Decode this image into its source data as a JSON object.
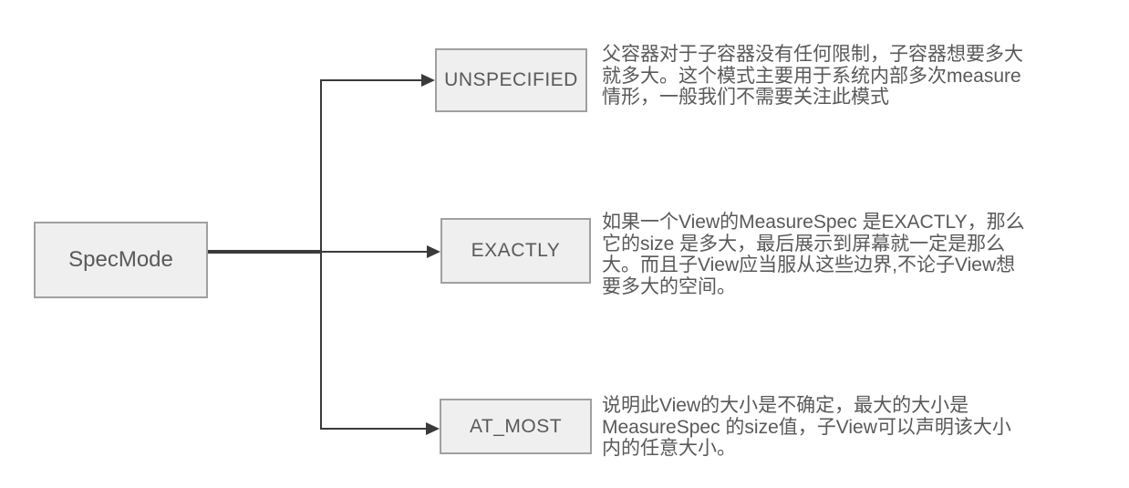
{
  "diagram": {
    "root": {
      "label": "SpecMode"
    },
    "branches": [
      {
        "label": "UNSPECIFIED",
        "description_lines": [
          "父容器对于子容器没有任何限制，子容器想要多大",
          "就多大。这个模式主要用于系统内部多次measure",
          "情形，一般我们不需要关注此模式"
        ]
      },
      {
        "label": "EXACTLY",
        "description_lines": [
          "如果一个View的MeasureSpec 是EXACTLY，那么",
          "它的size 是多大，最后展示到屏幕就一定是那么",
          "大。而且子View应当服从这些边界,不论子View想",
          "要多大的空间。"
        ]
      },
      {
        "label": "AT_MOST",
        "description_lines": [
          "说明此View的大小是不确定，最大的大小是",
          "MeasureSpec 的size值，子View可以声明该大小",
          "内的任意大小。"
        ]
      }
    ],
    "colors": {
      "background": "#ffffff",
      "box_fill": "#efefef",
      "box_border": "#a0a0a0",
      "text": "#595959",
      "connector": "#3a3a3a"
    }
  }
}
